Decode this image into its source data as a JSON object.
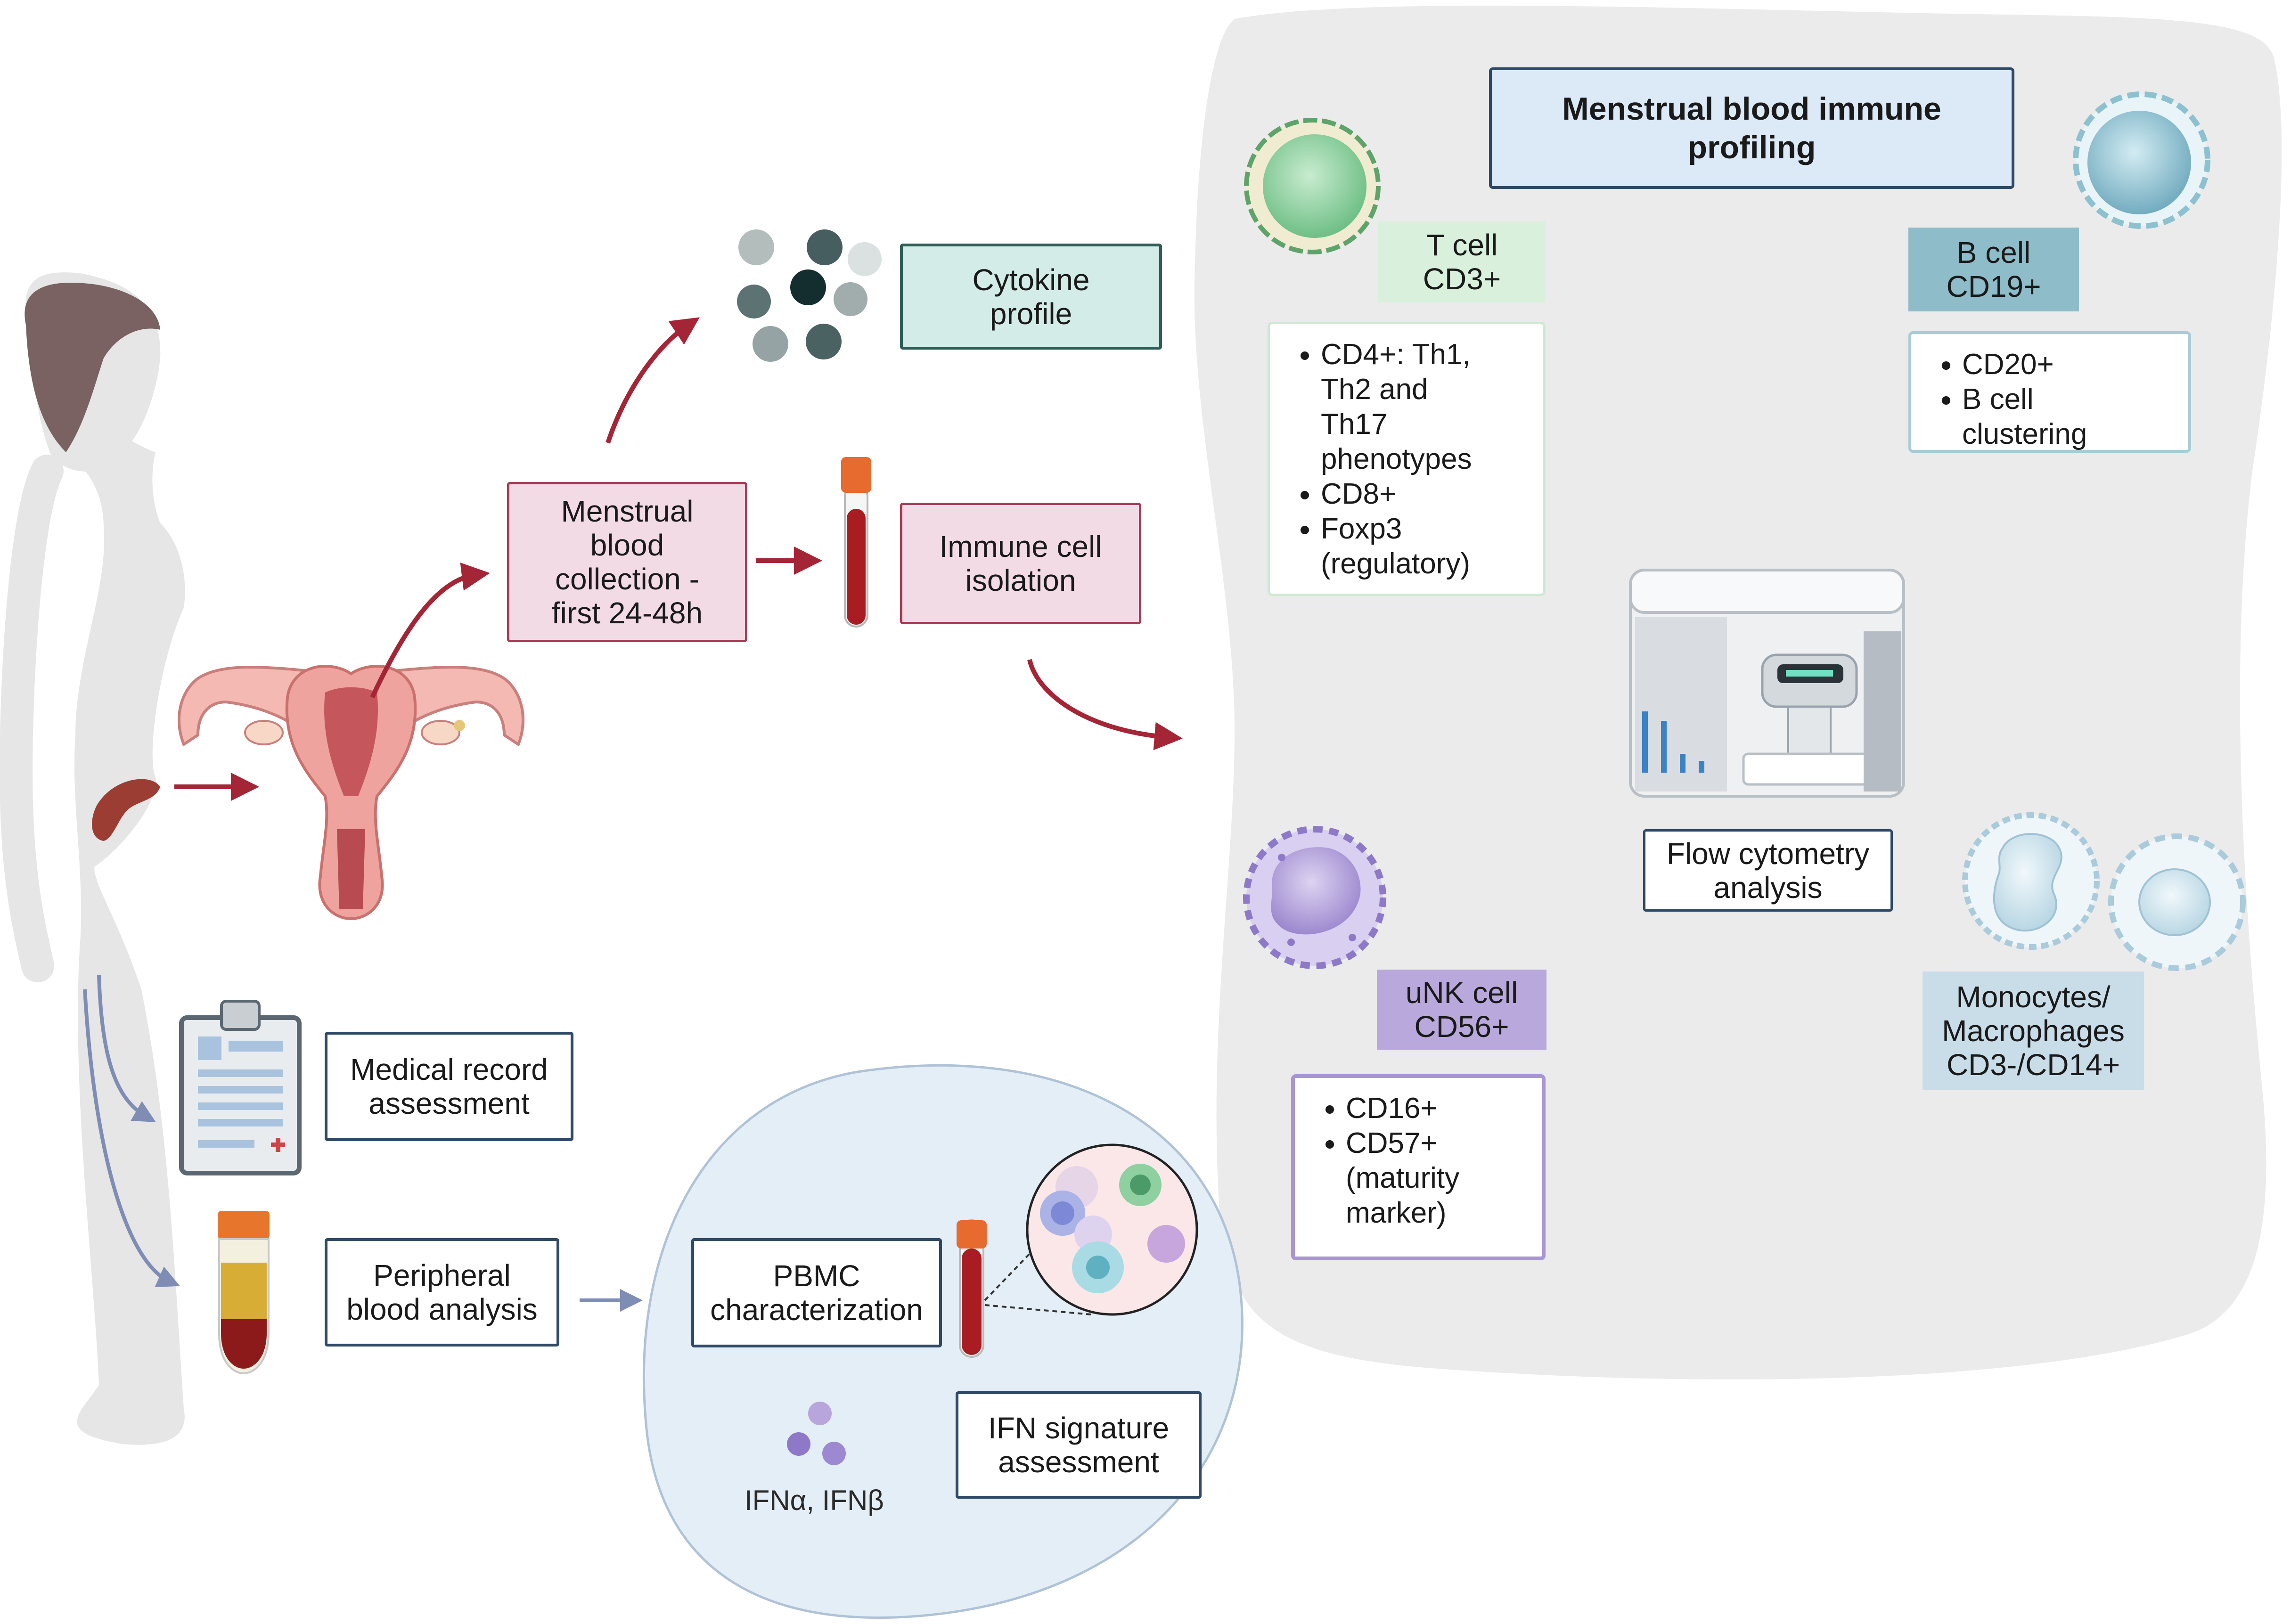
{
  "colors": {
    "arrow_red": "#a32536",
    "arrow_blue": "#7f8db5",
    "panel_gray": "#ebebeb",
    "pbmc_circle": "#e3eef6",
    "box_border": "#2f4a66"
  },
  "icons": [
    "woman-silhouette-icon",
    "uterus-icon",
    "cytokine-beads-icon",
    "blood-tube-icon",
    "clipboard-icon",
    "blood-vial-icon",
    "flow-cytometer-icon",
    "t-cell-icon",
    "b-cell-icon",
    "nk-cell-icon",
    "monocyte-icon",
    "macrophage-icon",
    "ifn-molecule-icon"
  ],
  "flow": {
    "menstrual_collection": [
      "Menstrual",
      "blood",
      "collection -",
      "first 24-48h"
    ],
    "cytokine_profile": [
      "Cytokine",
      "profile"
    ],
    "immune_isolation": [
      "Immune cell",
      "isolation"
    ],
    "medical_record": [
      "Medical record",
      "assessment"
    ],
    "peripheral_blood": [
      "Peripheral",
      "blood analysis"
    ]
  },
  "pbmc": {
    "characterization": [
      "PBMC",
      "characterization"
    ],
    "ifn_signature": [
      "IFN signature",
      "assessment"
    ],
    "ifn_label": "IFNα, IFNβ"
  },
  "profiling": {
    "title": [
      "Menstrual blood immune",
      "profiling"
    ],
    "flow_cytometry": [
      "Flow cytometry",
      "analysis"
    ],
    "t_cell": {
      "label": [
        "T cell",
        "CD3+"
      ],
      "items": [
        [
          "CD4+: Th1,",
          "Th2 and",
          "Th17",
          "phenotypes"
        ],
        [
          "CD8+"
        ],
        [
          "Foxp3",
          "(regulatory)"
        ]
      ]
    },
    "b_cell": {
      "label": [
        "B cell",
        "CD19+"
      ],
      "items": [
        [
          "CD20+"
        ],
        [
          "B cell",
          "clustering"
        ]
      ]
    },
    "nk_cell": {
      "label": [
        "uNK cell",
        "CD56+"
      ],
      "items": [
        [
          "CD16+"
        ],
        [
          "CD57+",
          "(maturity",
          "marker)"
        ]
      ]
    },
    "monocytes": {
      "label": [
        "Monocytes/",
        "Macrophages",
        "CD3-/CD14+"
      ]
    }
  }
}
